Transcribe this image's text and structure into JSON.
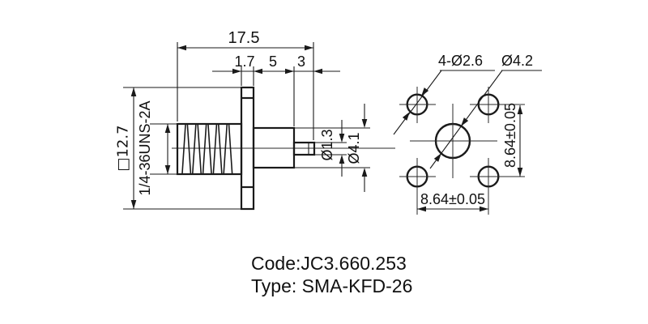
{
  "drawing": {
    "side_view": {
      "dim_total_length": "17.5",
      "dim_flange_thickness": "1.7",
      "dim_shaft_length": "5",
      "dim_pin_length": "3",
      "dim_flange_square": "□12.7",
      "thread_spec": "1/4-36UNS-2A",
      "dim_pin_dia": "Ø1.3",
      "dim_shaft_dia": "Ø4.1"
    },
    "front_view": {
      "dim_mount_holes": "4-Ø2.6",
      "dim_center_hole": "Ø4.2",
      "dim_hole_spacing_horizontal": "8.64±0.05",
      "dim_hole_spacing_vertical": "8.64±0.05"
    },
    "title_block": {
      "code": "Code:JC3.660.253",
      "type": "Type: SMA-KFD-26"
    },
    "colors": {
      "line": "#1a1a1a",
      "background": "#ffffff"
    }
  }
}
